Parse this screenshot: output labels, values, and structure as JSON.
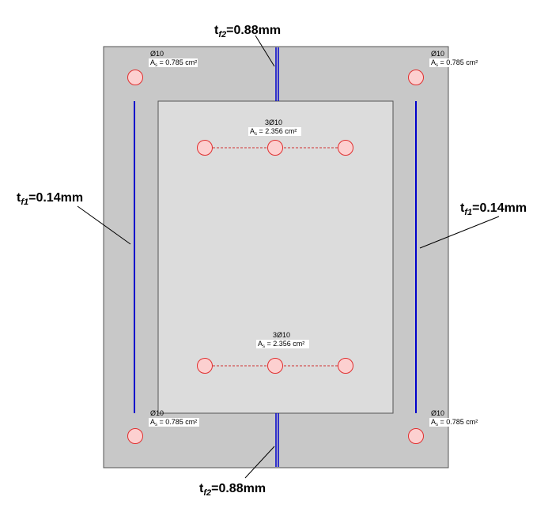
{
  "labels": {
    "top_thickness": {
      "prefix": "t",
      "sub": "f2",
      "value": "=0.88mm"
    },
    "bottom_thickness": {
      "prefix": "t",
      "sub": "f2",
      "value": "=0.88mm"
    },
    "left_thickness": {
      "prefix": "t",
      "sub": "f1",
      "value": "=0.14mm"
    },
    "right_thickness": {
      "prefix": "t",
      "sub": "f1",
      "value": "=0.14mm"
    }
  },
  "corner_bars": {
    "top_left": {
      "bar": "Ø10",
      "area_prefix": "A",
      "area_sub": "s",
      "area_value": " = 0.785 cm²"
    },
    "top_right": {
      "bar": "Ø10",
      "area_prefix": "A",
      "area_sub": "s",
      "area_value": " = 0.785 cm²"
    },
    "bottom_left": {
      "bar": "Ø10",
      "area_prefix": "A",
      "area_sub": "s",
      "area_value": " = 0.785 cm²"
    },
    "bottom_right": {
      "bar": "Ø10",
      "area_prefix": "A",
      "area_sub": "s",
      "area_value": " = 0.785 cm²"
    }
  },
  "bar_groups": {
    "top": {
      "bar": "3Ø10",
      "area_prefix": "A",
      "area_sub": "s",
      "area_value": " = 2.356 cm²"
    },
    "bottom": {
      "bar": "3Ø10",
      "area_prefix": "A",
      "area_sub": "s",
      "area_value": " = 2.356 cm²"
    }
  },
  "colors": {
    "outer_section": "#c8c8c8",
    "inner_section": "#dcdcdc",
    "frp_strip": "#0000cc",
    "bar_fill": "#fcd0d0",
    "bar_stroke": "#e03030"
  }
}
